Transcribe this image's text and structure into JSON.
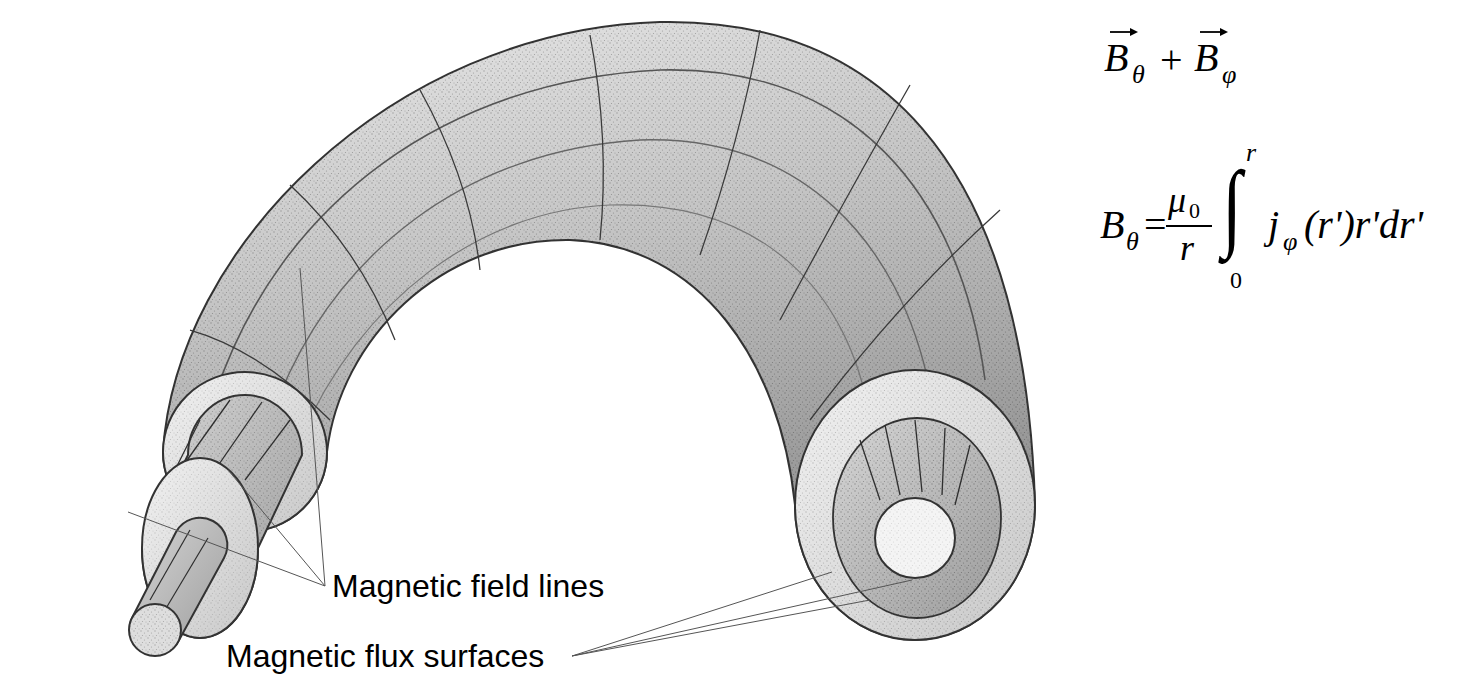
{
  "diagram": {
    "labels": [
      "B",
      "θ",
      "+",
      "B",
      "φ",
      "B",
      "θ",
      "=",
      "μ",
      "0",
      "r",
      "∫",
      "r",
      "0",
      "j",
      "φ",
      "(r')r'dr'",
      "Magnetic field lines",
      "Magnetic flux surfaces"
    ]
  }
}
